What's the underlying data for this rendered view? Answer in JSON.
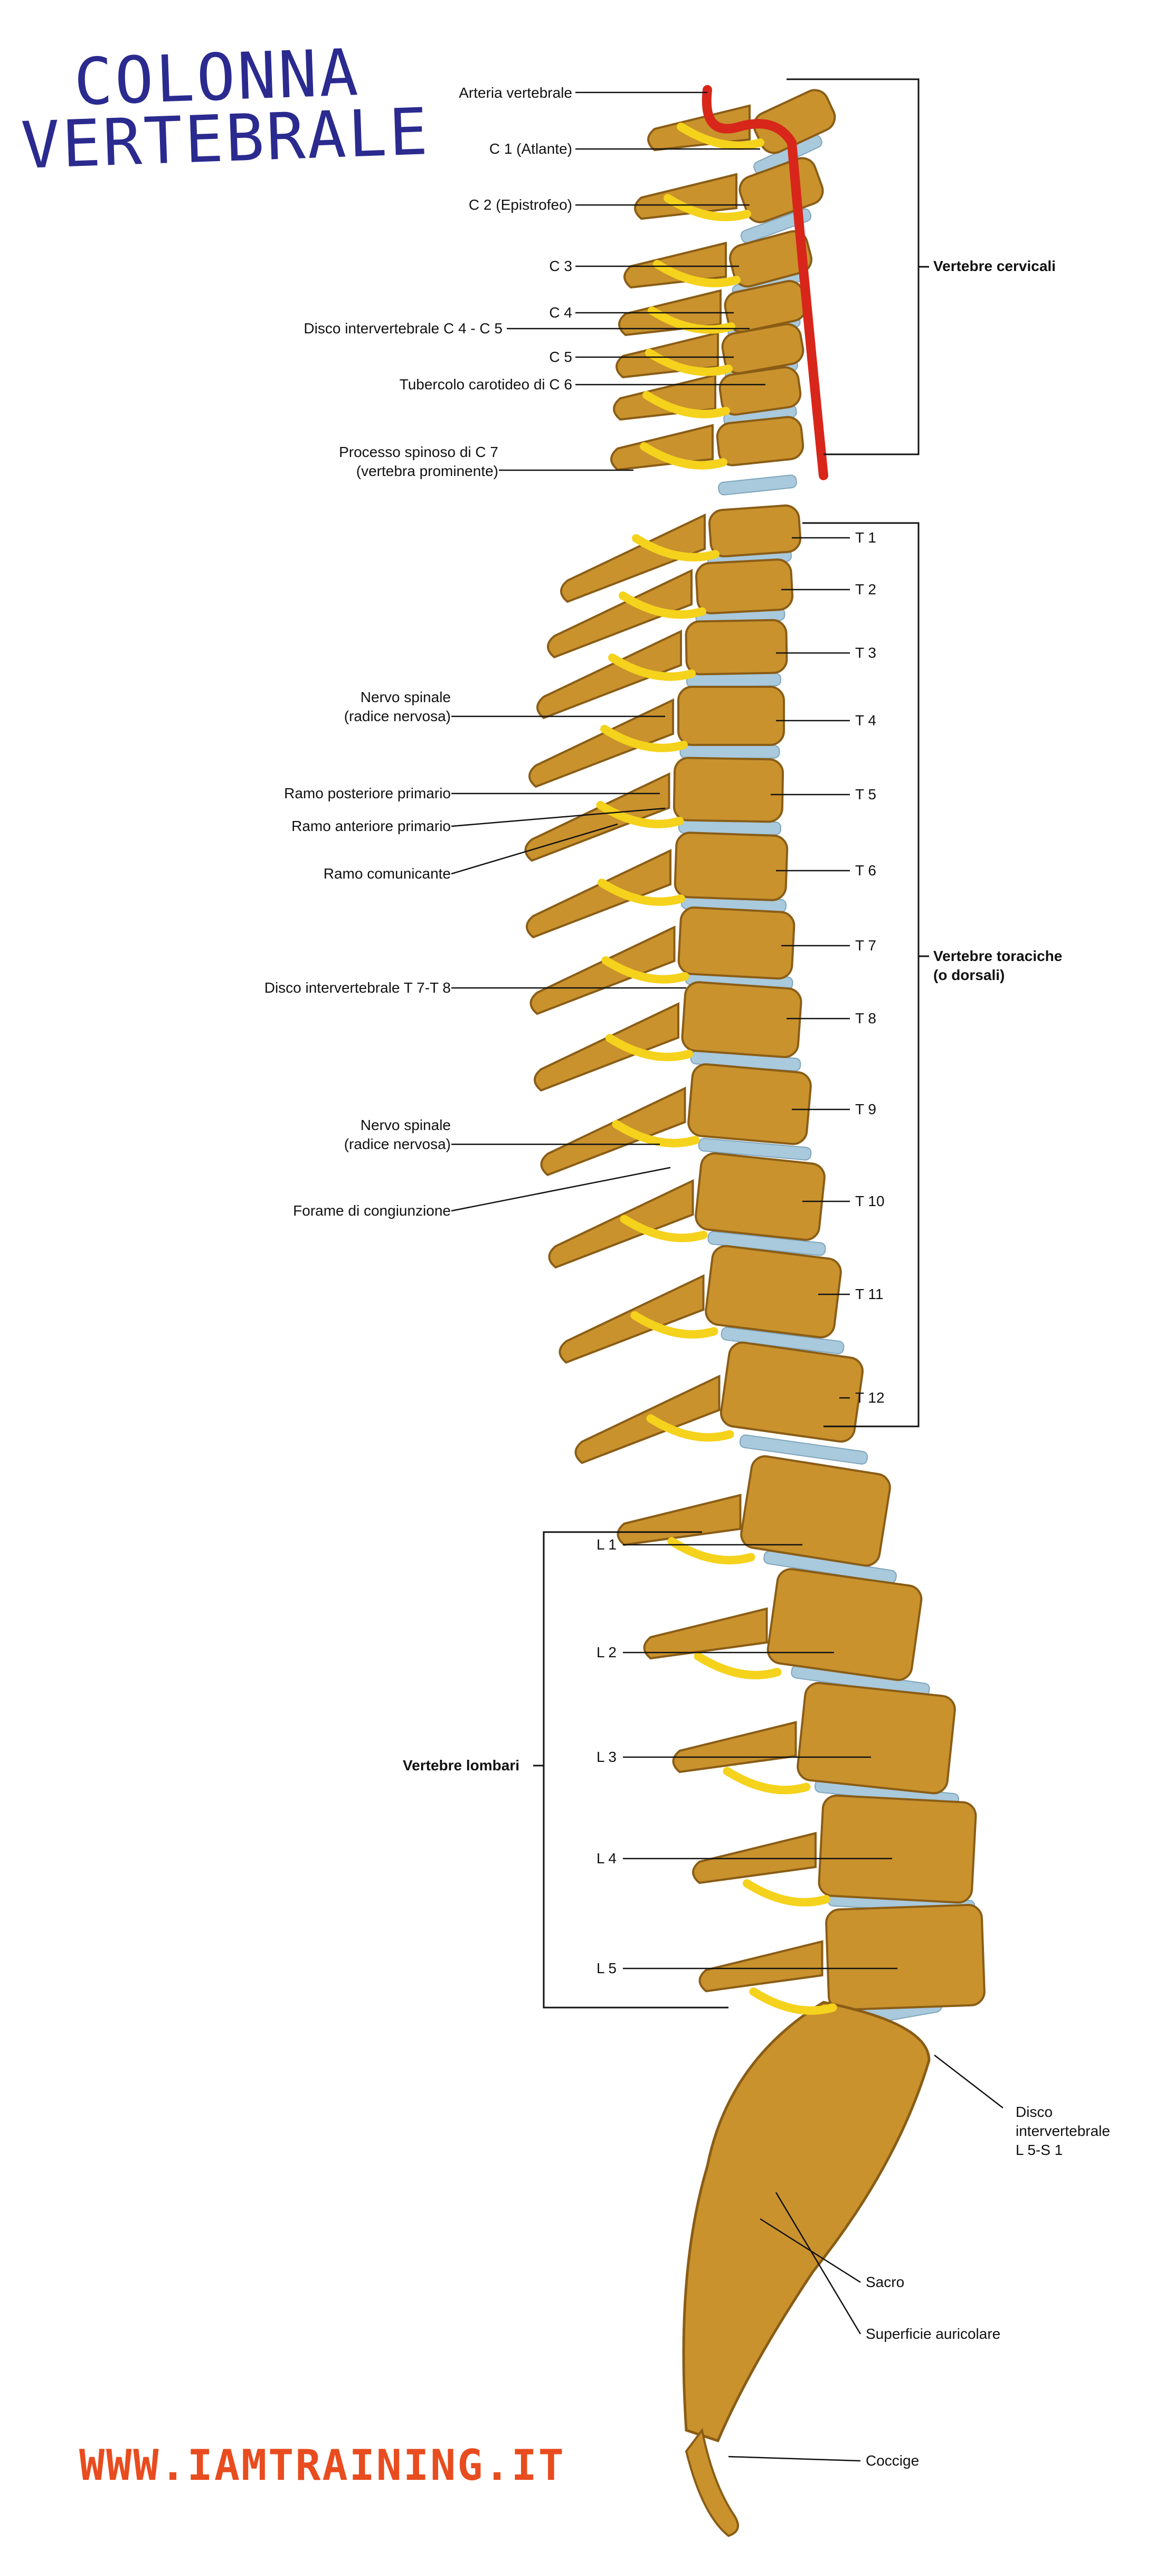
{
  "title": {
    "line1": "COLONNA",
    "line2": "VERTEBRALE"
  },
  "website": "WWW.IAMTRAINING.IT",
  "colors": {
    "bone": "#c9922d",
    "bone_dark": "#8a5d16",
    "disc": "#a9c9dc",
    "nerve": "#f5d21c",
    "artery": "#d8261b",
    "title": "#2a2a8f",
    "website": "#e84c1f"
  },
  "labels": {
    "arteria": "Arteria vertebrale",
    "c1": "C 1 (Atlante)",
    "c2": "C 2 (Epistrofeo)",
    "c3": "C 3",
    "c4": "C 4",
    "disco_c4c5": "Disco intervertebrale C 4 - C 5",
    "c5": "C 5",
    "tubercolo": "Tubercolo carotideo di C 6",
    "processo_1": "Processo spinoso di C 7",
    "processo_2": "(vertebra prominente)",
    "nervo1_1": "Nervo spinale",
    "nervo1_2": "(radice nervosa)",
    "ramo_post": "Ramo posteriore primario",
    "ramo_ant": "Ramo anteriore primario",
    "ramo_com": "Ramo comunicante",
    "disco_t7t8": "Disco intervertebrale T 7-T 8",
    "nervo2_1": "Nervo spinale",
    "nervo2_2": "(radice nervosa)",
    "forame": "Forame di congiunzione",
    "t1": "T 1",
    "t2": "T 2",
    "t3": "T 3",
    "t4": "T 4",
    "t5": "T 5",
    "t6": "T 6",
    "t7": "T 7",
    "t8": "T 8",
    "t9": "T 9",
    "t10": "T 10",
    "t11": "T 11",
    "t12": "T 12",
    "cervicali": "Vertebre cervicali",
    "toraciche_1": "Vertebre toraciche",
    "toraciche_2": "(o dorsali)",
    "l1": "L 1",
    "l2": "L 2",
    "l3": "L 3",
    "l4": "L 4",
    "l5": "L 5",
    "lombari": "Vertebre lombari",
    "disco_l5_1": "Disco",
    "disco_l5_2": "intervertebrale",
    "disco_l5_3": "L 5-S 1",
    "sacro": "Sacro",
    "auricolare": "Superficie auricolare",
    "coccige": "Coccige"
  }
}
